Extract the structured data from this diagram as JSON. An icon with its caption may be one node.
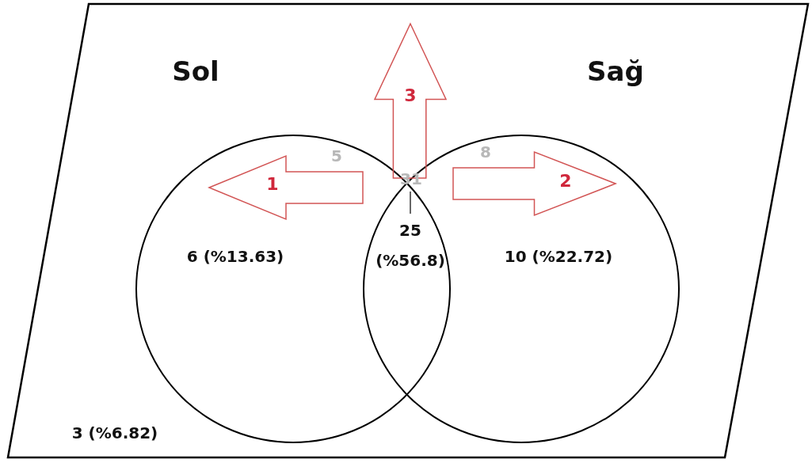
{
  "diagram": {
    "nodes": [
      {
        "text": [
          "3 (%6.82)"
        ]
      },
      {
        "text": [
          "Sol",
          "6 (%13.63)"
        ],
        "in": 0
      },
      {
        "text": [
          "Sağ",
          "10 (%22.72)"
        ],
        "in": 0
      },
      {
        "text": [
          "1"
        ],
        "in": 1
      },
      {
        "text": [
          "2"
        ],
        "in": 2
      },
      {
        "text": [
          "3"
        ],
        "in": 0
      }
    ],
    "labels": [
      "5",
      "8",
      "31",
      "25 (%56.8)"
    ]
  }
}
